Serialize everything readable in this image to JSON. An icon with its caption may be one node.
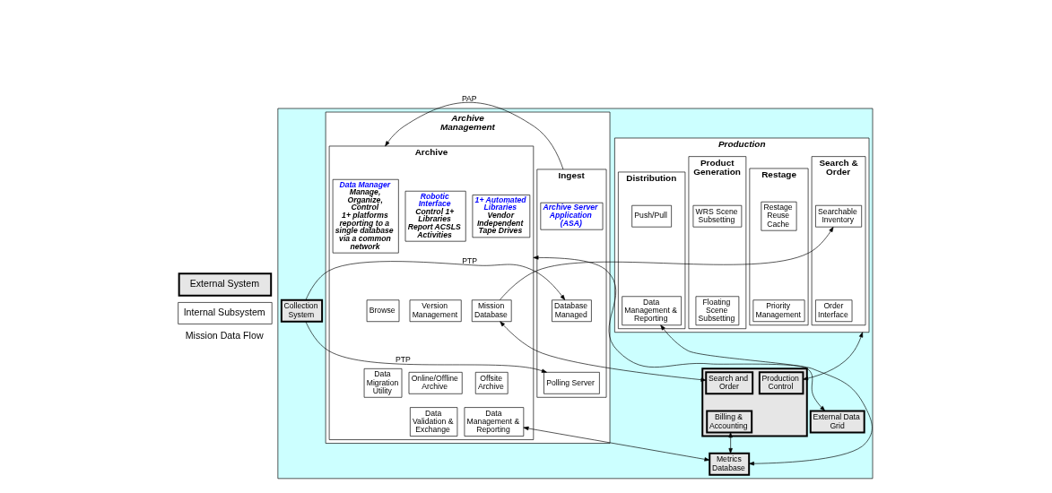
{
  "diagram": {
    "nodes": [
      {
        "text": [],
        "shape": "box"
      },
      {
        "text": [
          "Archive Management"
        ],
        "in": 0
      },
      {
        "text": [
          "Ingest"
        ],
        "in": 1
      },
      {
        "text": [
          "Archive Server Application (ASA)"
        ],
        "in": 2
      },
      {
        "text": [
          "Database Managed"
        ],
        "in": 2
      },
      {
        "text": [
          "Polling Server"
        ],
        "in": 2
      },
      {
        "text": [
          "Archive"
        ],
        "in": 1
      },
      {
        "text": [
          "Data Manager",
          "Manage, Organize, Control",
          "1+ platforms reporting to a single database via a common network"
        ],
        "in": 6
      },
      {
        "text": [
          "Robotic Interface",
          "Control 1+ Libraries",
          "Report ACSLS Activities"
        ],
        "in": 6
      },
      {
        "text": [
          "1+ Automated Libraries",
          "Vendor Independent",
          "Tape Drives"
        ],
        "in": 6
      },
      {
        "text": [
          "Browse"
        ],
        "in": 6
      },
      {
        "text": [
          "Version Management"
        ],
        "in": 6
      },
      {
        "text": [
          "Mission Database"
        ],
        "in": 6
      },
      {
        "text": [
          "Data Migration Utility"
        ],
        "in": 6
      },
      {
        "text": [
          "Online/Offline Archive"
        ],
        "in": 6
      },
      {
        "text": [
          "Offsite Archive"
        ],
        "in": 6
      },
      {
        "text": [
          "Data Validation & Exchange"
        ],
        "in": 6
      },
      {
        "text": [
          "Data Management & Reporting"
        ],
        "in": 6
      },
      {
        "text": [
          "Production"
        ],
        "in": 0
      },
      {
        "text": [
          "Search & Order"
        ],
        "in": 18
      },
      {
        "text": [
          "Searchable Inventory"
        ],
        "in": 19
      },
      {
        "text": [
          "Order Interface"
        ],
        "in": 19
      },
      {
        "text": [
          "Restage"
        ],
        "in": 18
      },
      {
        "text": [
          "Restage Reuse Cache"
        ],
        "in": 22
      },
      {
        "text": [
          "Priority Management"
        ],
        "in": 22
      },
      {
        "text": [
          "Product Generation"
        ],
        "in": 18
      },
      {
        "text": [
          "WRS Scene Subsetting"
        ],
        "in": 25
      },
      {
        "text": [
          "Floating Scene Subsetting"
        ],
        "in": 25
      },
      {
        "text": [
          "Distribution"
        ],
        "in": 18
      },
      {
        "text": [
          "Push/Pull"
        ],
        "in": 28
      },
      {
        "text": [
          "Data Management & Reporting"
        ],
        "in": 28
      },
      {
        "text": [
          "Collection System"
        ],
        "in": 0
      },
      {
        "text": [
          "External Data Grid"
        ],
        "in": 0
      },
      {
        "text": [],
        "shape": "box",
        "in": 0
      },
      {
        "text": [
          "Search and Order"
        ],
        "in": 33
      },
      {
        "text": [
          "Production Control"
        ],
        "in": 33
      },
      {
        "text": [
          "Billing & Accounting"
        ],
        "in": 33
      },
      {
        "text": [
          "Metrics Database"
        ],
        "in": 0
      }
    ],
    "edges": [
      {
        "from": 31,
        "to": 4,
        "arrow": "to",
        "label": "PTP"
      },
      {
        "from": 31,
        "to": 5,
        "arrow": "to",
        "label": "PTP"
      },
      {
        "from": 2,
        "to": 6,
        "arrow": "to",
        "label": "PAP"
      },
      {
        "from": 32,
        "to": 6,
        "arrow": "both"
      },
      {
        "from": 12,
        "to": 20,
        "arrow": "to"
      },
      {
        "from": 12,
        "to": 34,
        "arrow": "both"
      },
      {
        "from": 18,
        "to": 35,
        "arrow": "both"
      },
      {
        "from": 36,
        "to": 37,
        "arrow": "both"
      },
      {
        "from": 17,
        "to": 37,
        "arrow": "both"
      },
      {
        "from": 30,
        "to": 37,
        "arrow": "both"
      }
    ],
    "legend": [
      {
        "text": "External System"
      },
      {
        "text": "Internal Subsystem"
      },
      {
        "text": "Mission Data Flow"
      }
    ]
  }
}
